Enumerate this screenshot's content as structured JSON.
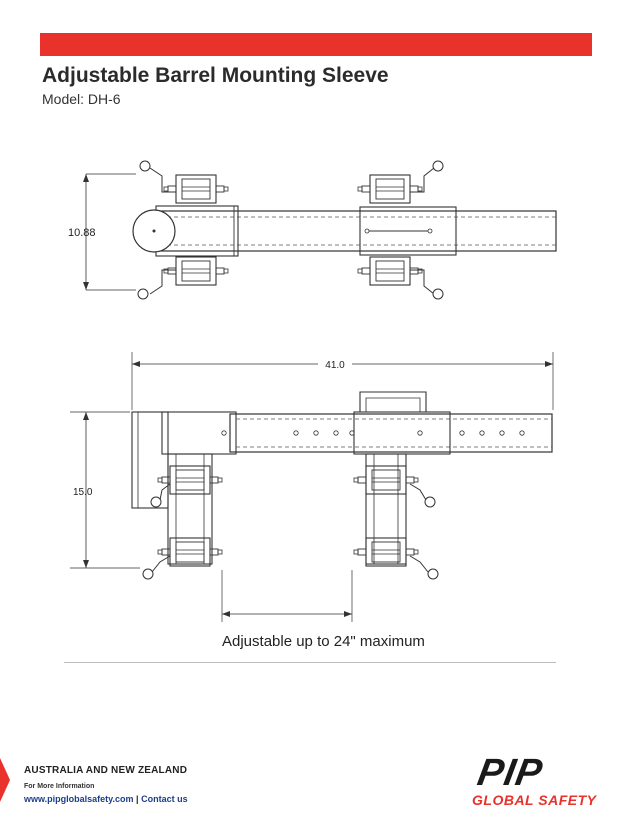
{
  "header": {
    "title": "Adjustable Barrel Mounting Sleeve",
    "model": "Model:  DH-6"
  },
  "drawing": {
    "top_view_height": "10.88",
    "total_length": "41.0",
    "side_view_height": "15.0",
    "adjustable_note": "Adjustable up to 24\" maximum"
  },
  "footer": {
    "region": "AUSTRALIA AND NEW ZEALAND",
    "info_label": "For More Information",
    "website": "www.pipglobalsafety.com",
    "separator": "|",
    "contact": "Contact us"
  },
  "logo": {
    "main": "PIP",
    "sub": "GLOBAL SAFETY"
  },
  "colors": {
    "accent": "#e8322b",
    "link": "#1d3e8a",
    "line": "#333333"
  }
}
